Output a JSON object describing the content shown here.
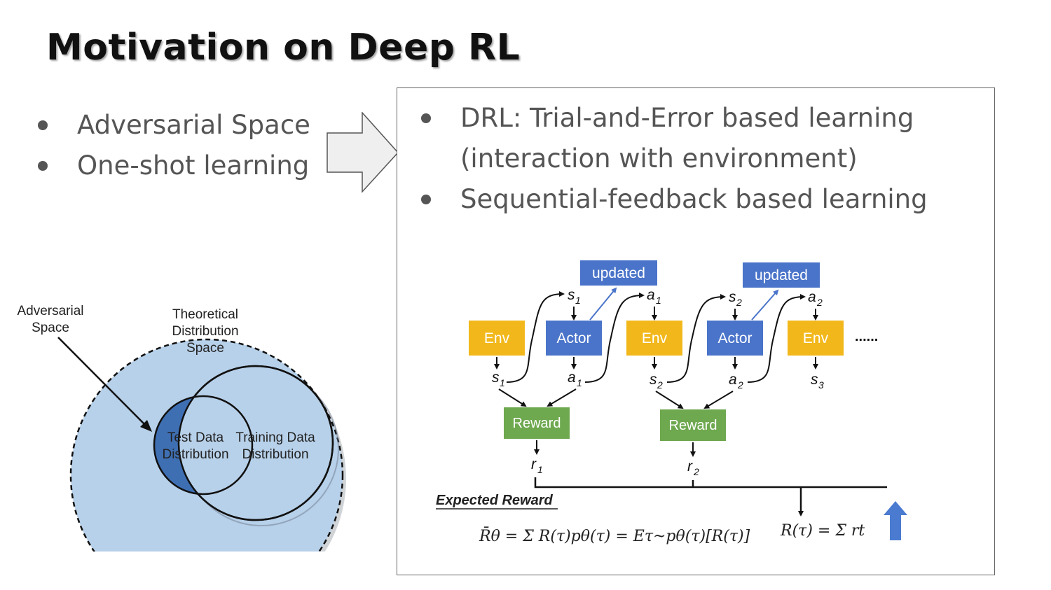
{
  "slide": {
    "title": "Motivation on Deep RL",
    "left_bullets": [
      "Adversarial Space",
      "One-shot learning"
    ],
    "right_bullets": [
      "DRL: Trial-and-Error based learning (interaction with environment)",
      "Sequential-feedback based learning"
    ]
  },
  "venn": {
    "adversarial_label_1": "Adversarial",
    "adversarial_label_2": "Space",
    "theoretical_1": "Theoretical",
    "theoretical_2": "Distribution",
    "theoretical_3": "Space",
    "test_1": "Test Data",
    "test_2": "Distribution",
    "train_1": "Training Data",
    "train_2": "Distribution",
    "colors": {
      "outer": "#b8d1ea",
      "adversarial": "#3f6fb3",
      "stroke": "#111111"
    }
  },
  "rl": {
    "env": "Env",
    "actor": "Actor",
    "updated": "updated",
    "reward": "Reward",
    "ellipsis": "......",
    "s": "s",
    "a": "a",
    "r": "r",
    "sub1": "1",
    "sub2": "2",
    "sub3": "3",
    "expected_reward": "Expected Reward",
    "formula_left": "R̄θ = Σ R(τ)pθ(τ) = Eτ~pθ(τ)[R(τ)]",
    "formula_right": "R(τ) = Σ rt",
    "colors": {
      "env": "#f2b81b",
      "actor": "#4a74c9",
      "updated": "#4a74c9",
      "reward": "#6ea84f",
      "up_arrow": "#4a7bd0"
    }
  }
}
